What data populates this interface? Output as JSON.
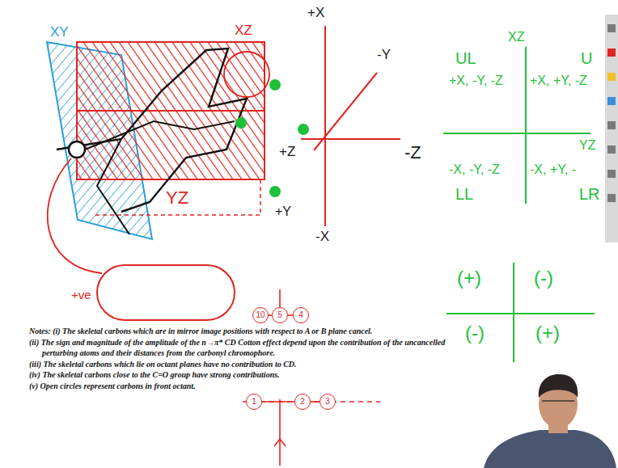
{
  "diagram": {
    "nodes": [
      {
        "text": [
          "10"
        ]
      },
      {
        "text": [
          "5"
        ]
      },
      {
        "text": [
          "4"
        ]
      },
      {
        "text": [
          "1"
        ]
      },
      {
        "text": [
          "2"
        ]
      },
      {
        "text": [
          "3"
        ]
      }
    ],
    "edges": [
      {
        "from": 0,
        "to": 1,
        "arrow": "none"
      },
      {
        "from": 1,
        "to": 2,
        "arrow": "none"
      },
      {
        "from": 3,
        "to": 4,
        "arrow": "none"
      },
      {
        "from": 4,
        "to": 5,
        "arrow": "none"
      }
    ],
    "labels": [
      "XY",
      "XZ",
      "YZ",
      "+X",
      "-Y",
      "+Z",
      "-Z",
      "+Y",
      "-X",
      "XZ",
      "UL",
      "U",
      "+X, -Y, -Z",
      "+X, +Y, -Z",
      "YZ",
      "-X, -Y, -Z",
      "-X, +Y, -",
      "LL",
      "LR",
      "(+)",
      "(-)",
      "(-)",
      "(+)",
      "+ve",
      "Notes: (i) The skeletal carbons which are in mirror image positions with respect to A or B plane cancel.",
      "(ii) The sign and magnitude of the amplitude of the n→π* CD Cotton effect depend upon the contribution of the uncancelled perturbing atoms and their distances from the carbonyl chromophore.",
      "(iii) The skeletal carbons which lie on octant planes have no contribution to CD.",
      "(iv) The skeletal carbons close to the C=O group have strong contributions.",
      "(v) Open circles represent carbons in front octant."
    ]
  }
}
